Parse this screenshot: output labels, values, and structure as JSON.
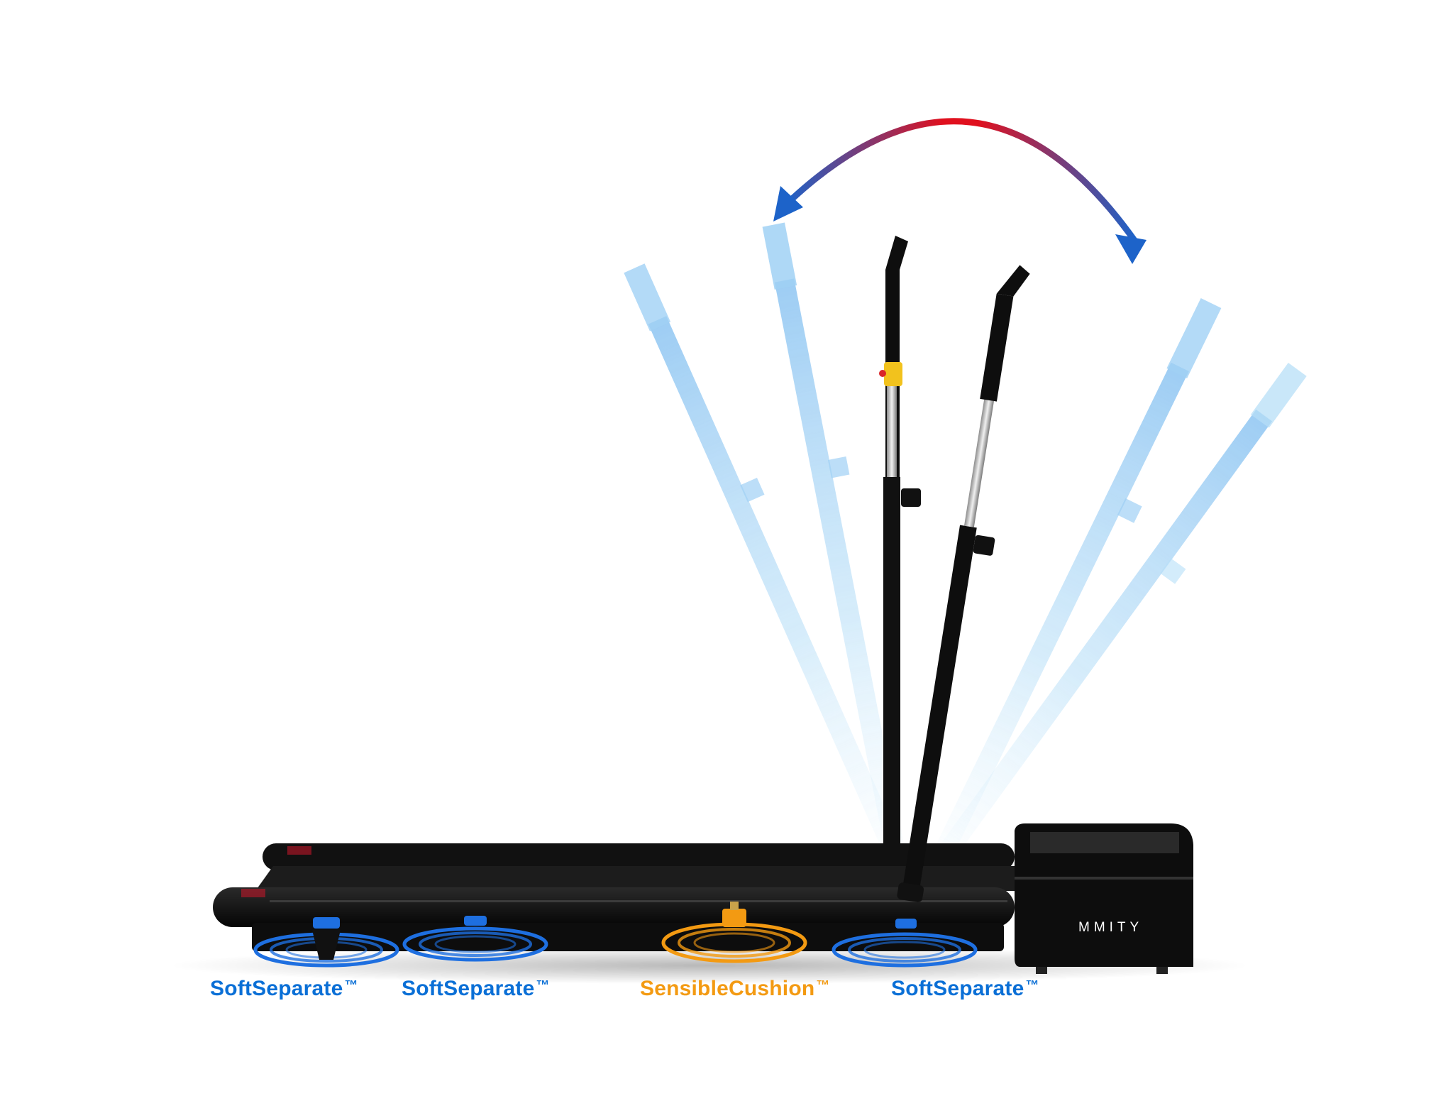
{
  "colors": {
    "blue_label": "#0a6fd6",
    "orange_label": "#f39a12",
    "arrow_start": "#1d63c9",
    "arrow_end": "#e0101e",
    "ghost_handle": "#8ec8f2",
    "frame_black": "#111111",
    "ring_blue": "#1e6fe0",
    "ring_orange": "#f39a12"
  },
  "brand": "MMITY",
  "labels": [
    {
      "text": "SoftSeparate",
      "tm": "™",
      "color": "#0a6fd6"
    },
    {
      "text": "SoftSeparate",
      "tm": "™",
      "color": "#0a6fd6"
    },
    {
      "text": "SensibleCushion",
      "tm": "™",
      "color": "#f39a12"
    },
    {
      "text": "SoftSeparate",
      "tm": "™",
      "color": "#0a6fd6"
    }
  ],
  "icons": [
    "double-headed-curved-arrow-icon",
    "handlebar-motion-ghost-icon",
    "shock-absorber-ring-icon"
  ]
}
